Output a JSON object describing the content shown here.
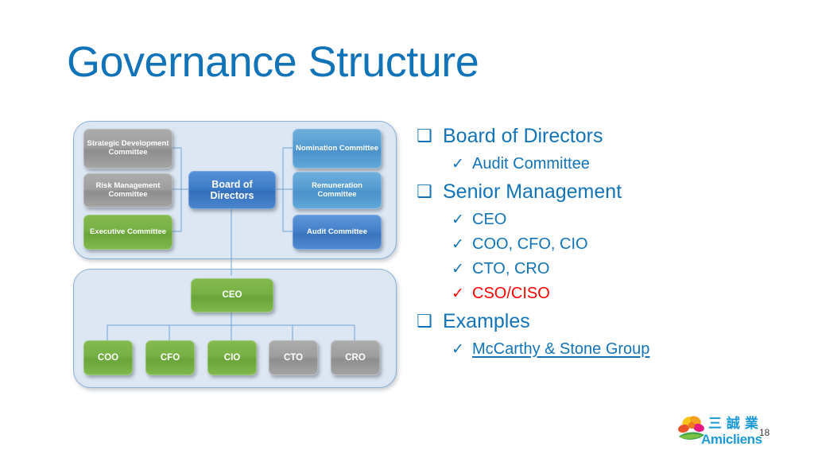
{
  "slide": {
    "title": "Governance Structure",
    "page_number": "18",
    "accent_color": "#1274B8",
    "alert_color": "#FF0000",
    "panel_background": "#DCE7F3",
    "panel_border": "#8BB0D6",
    "connector_color": "#6FA2D4"
  },
  "diagram": {
    "board_panel": {
      "left_nodes": [
        {
          "label": "Strategic Development Committee",
          "color_name": "grey",
          "color": "#9E9E9E"
        },
        {
          "label": "Risk Management Committee",
          "color_name": "grey",
          "color": "#9E9E9E"
        },
        {
          "label": "Executive Committee",
          "color_name": "green",
          "color": "#76B043"
        }
      ],
      "center_node": {
        "label": "Board of Directors",
        "color_name": "blue",
        "color": "#3E7CC8"
      },
      "right_nodes": [
        {
          "label": "Nomination Committee",
          "color_name": "blue-light",
          "color": "#559CD2"
        },
        {
          "label": "Remuneration Committee",
          "color_name": "blue-light",
          "color": "#559CD2"
        },
        {
          "label": "Audit Committee",
          "color_name": "blue",
          "color": "#4480CA"
        }
      ]
    },
    "management_panel": {
      "head_node": {
        "label": "CEO",
        "color_name": "green",
        "color": "#76B043"
      },
      "report_nodes": [
        {
          "label": "COO",
          "color_name": "green",
          "color": "#76B043"
        },
        {
          "label": "CFO",
          "color_name": "green",
          "color": "#76B043"
        },
        {
          "label": "CIO",
          "color_name": "green",
          "color": "#76B043"
        },
        {
          "label": "CTO",
          "color_name": "grey",
          "color": "#9E9E9E"
        },
        {
          "label": "CRO",
          "color_name": "grey",
          "color": "#9E9E9E"
        }
      ]
    }
  },
  "bullets": {
    "square_marker": "❑",
    "check_marker": "✓",
    "groups": [
      {
        "label": "Board of Directors",
        "items": [
          {
            "label": "Audit Committee",
            "style": "normal"
          }
        ]
      },
      {
        "label": "Senior Management",
        "items": [
          {
            "label": "CEO",
            "style": "normal"
          },
          {
            "label": "COO, CFO, CIO",
            "style": "normal"
          },
          {
            "label": "CTO, CRO",
            "style": "normal"
          },
          {
            "label": "CSO/CISO",
            "style": "red"
          }
        ]
      },
      {
        "label": "Examples",
        "items": [
          {
            "label": "McCarthy & Stone Group",
            "style": "link"
          }
        ]
      }
    ]
  },
  "logo": {
    "chinese_name": "三 誠 業",
    "latin_name": "Amicliens",
    "petal_colors": [
      "#F3A01C",
      "#E8532B",
      "#E5197F",
      "#F5C518"
    ],
    "swoosh_color": "#3FA64B",
    "text_color": "#1C9AD6"
  }
}
